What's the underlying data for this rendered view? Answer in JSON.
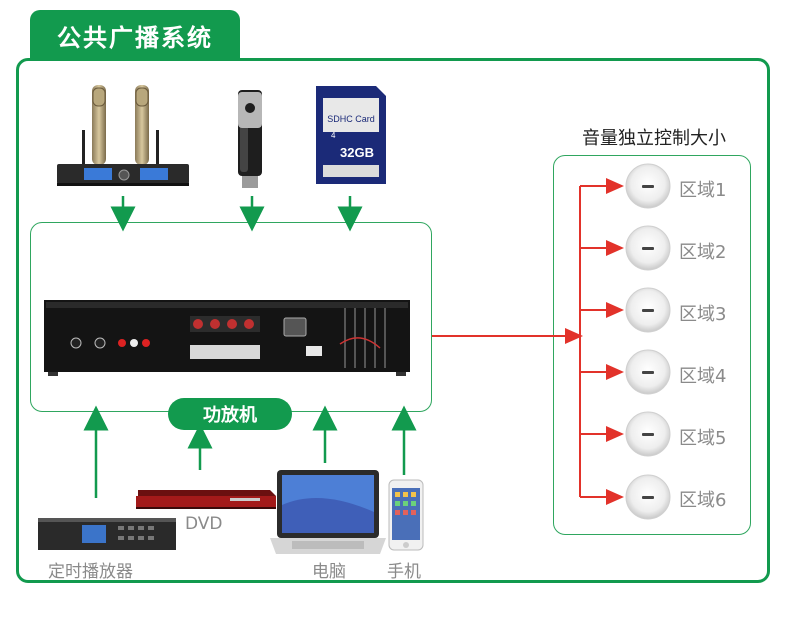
{
  "header": {
    "title": "公共广播系统"
  },
  "amplifier": {
    "label": "功放机"
  },
  "zones": {
    "title": "音量独立控制大小",
    "items": [
      "区域1",
      "区域2",
      "区域3",
      "区域4",
      "区域5",
      "区域6"
    ]
  },
  "sources_bottom": {
    "dvd": "DVD",
    "timer": "定时播放器",
    "computer": "电脑",
    "phone": "手机"
  },
  "sd_card": {
    "brand": "SDHC Card",
    "capacity": "32GB",
    "class": "4"
  },
  "colors": {
    "green": "#129a4e",
    "arrow_green": "#129a4e",
    "arrow_red": "#e2322a"
  }
}
